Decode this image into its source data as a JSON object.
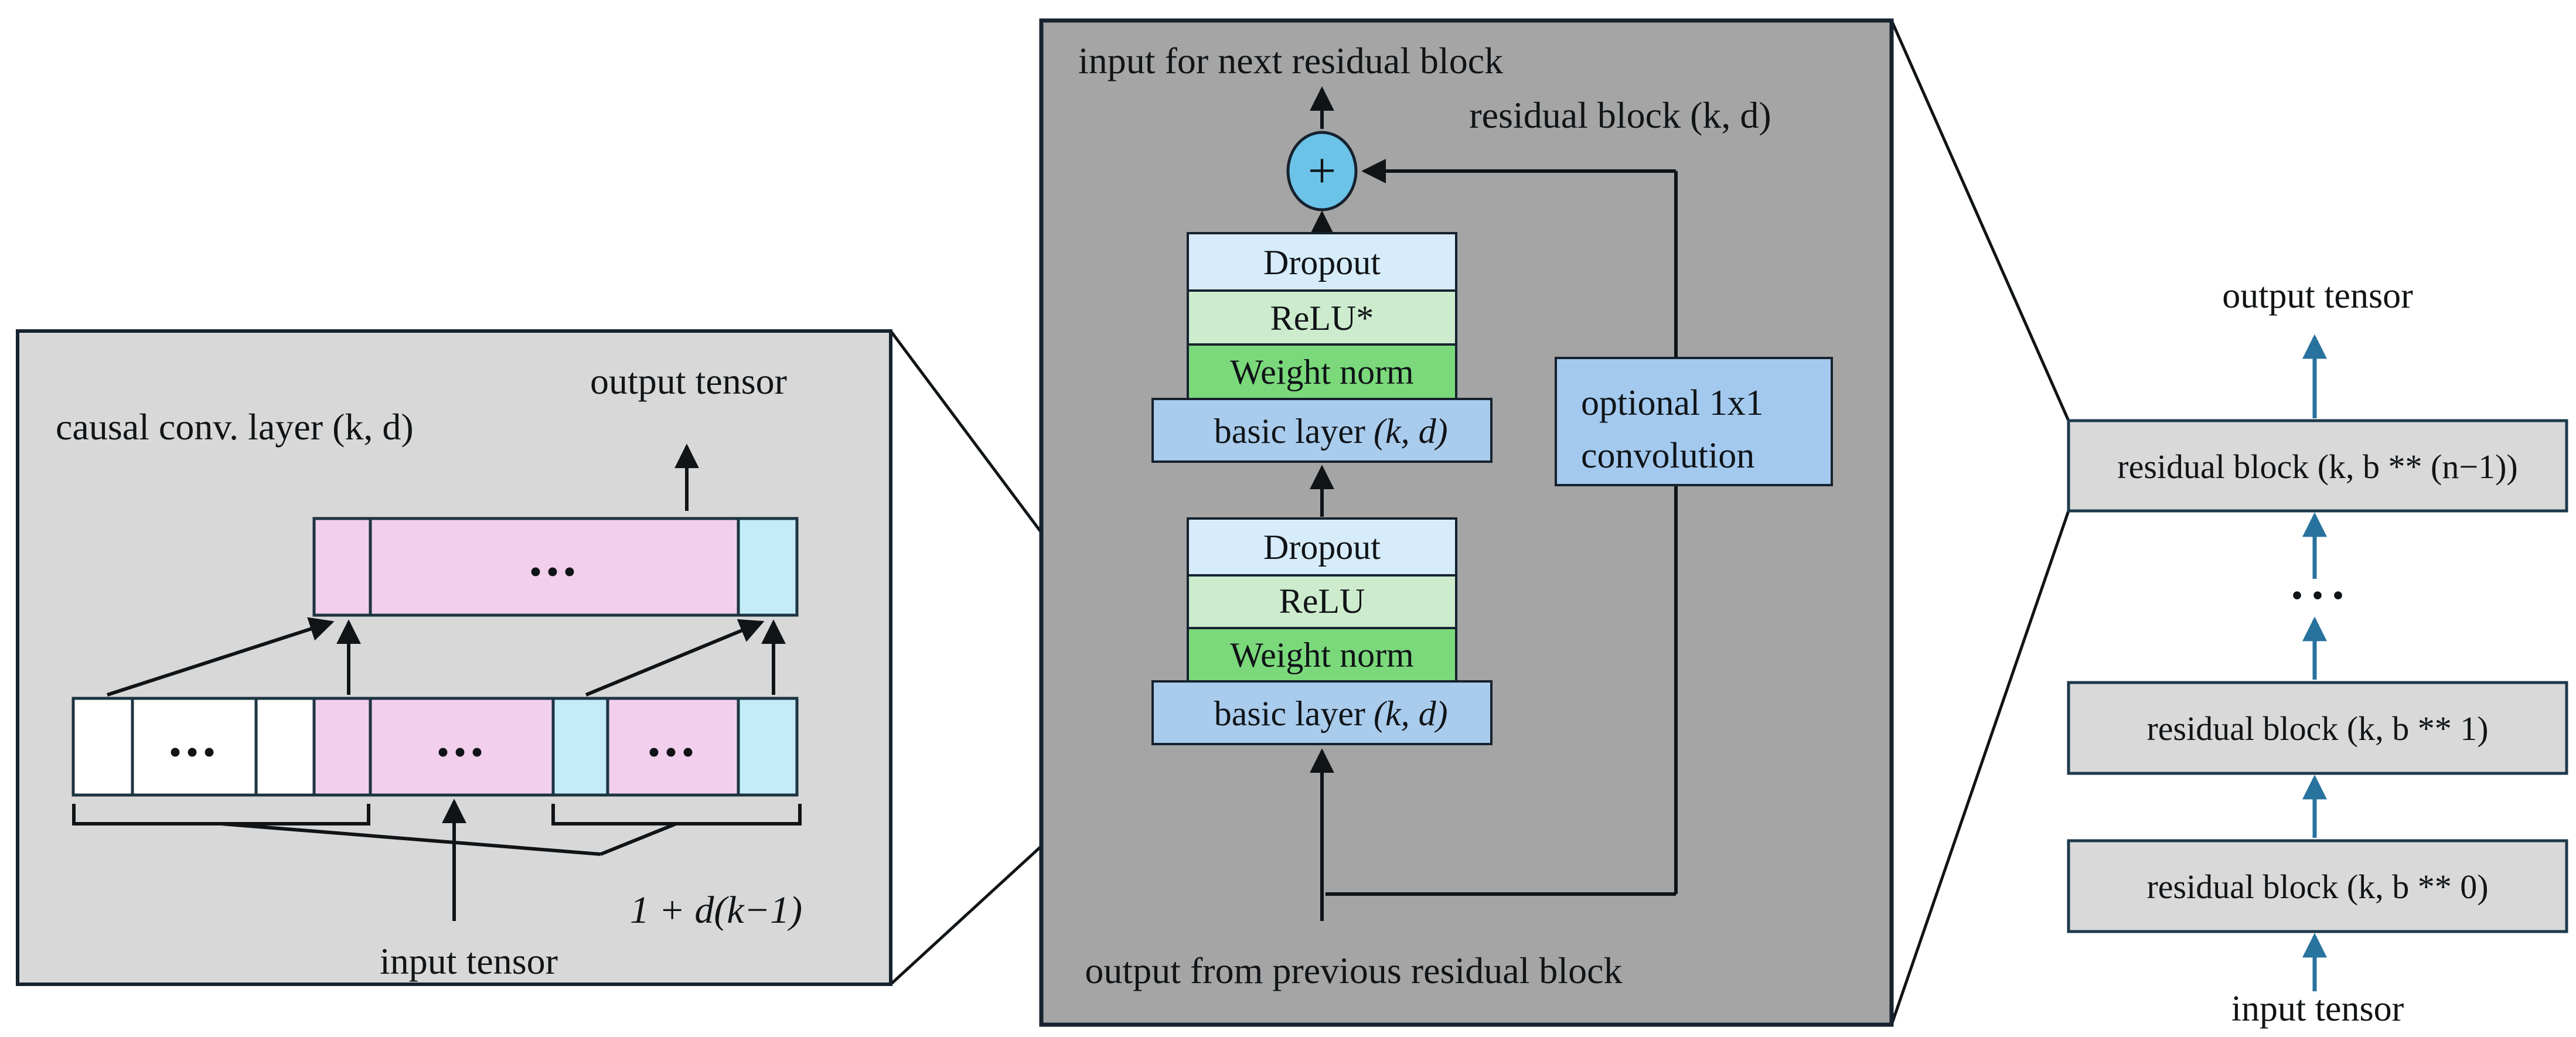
{
  "left_panel": {
    "title": "causal conv. layer (k, d)",
    "output_tensor_label": "output tensor",
    "input_tensor_label": "input tensor",
    "receptive_field_formula": "1 + d(k−1)",
    "ellipsis": "..."
  },
  "middle_panel": {
    "top_label": "input for next residual block",
    "residual_label": "residual block (k, d)",
    "plus_sign": "+",
    "upper_stack": [
      "Dropout",
      "ReLU*",
      "Weight norm"
    ],
    "lower_stack": [
      "Dropout",
      "ReLU",
      "Weight norm"
    ],
    "basic_layer_label": "basic layer",
    "basic_layer_params": "(k, d)",
    "optional_conv_line1": "optional 1x1",
    "optional_conv_line2": "convolution",
    "bottom_label": "output from previous residual block"
  },
  "right_panel": {
    "output_tensor_label": "output tensor",
    "blocks": [
      "residual block (k, b ** (n−1))",
      "residual block (k, b ** 1)",
      "residual block (k, b ** 0)"
    ],
    "ellipsis": "...",
    "input_tensor_label": "input tensor"
  },
  "colors": {
    "panel_left_bg": "#d8d8d8",
    "panel_middle_bg": "#a5a5a5",
    "residual_block_bg": "#d9d9d9",
    "pink": "#f2cfed",
    "cyan": "#c3ecf8",
    "white": "#ffffff",
    "dropout_blue": "#d6ecfa",
    "relu_green": "#cdeccd",
    "weight_norm_green": "#7bd97b",
    "layer_blue": "#a9cbec",
    "optional_blue": "#a3c9ee",
    "plus_blue": "#6cc3e8",
    "arrow_teal": "#28729e",
    "outline_dark": "#16222e"
  }
}
